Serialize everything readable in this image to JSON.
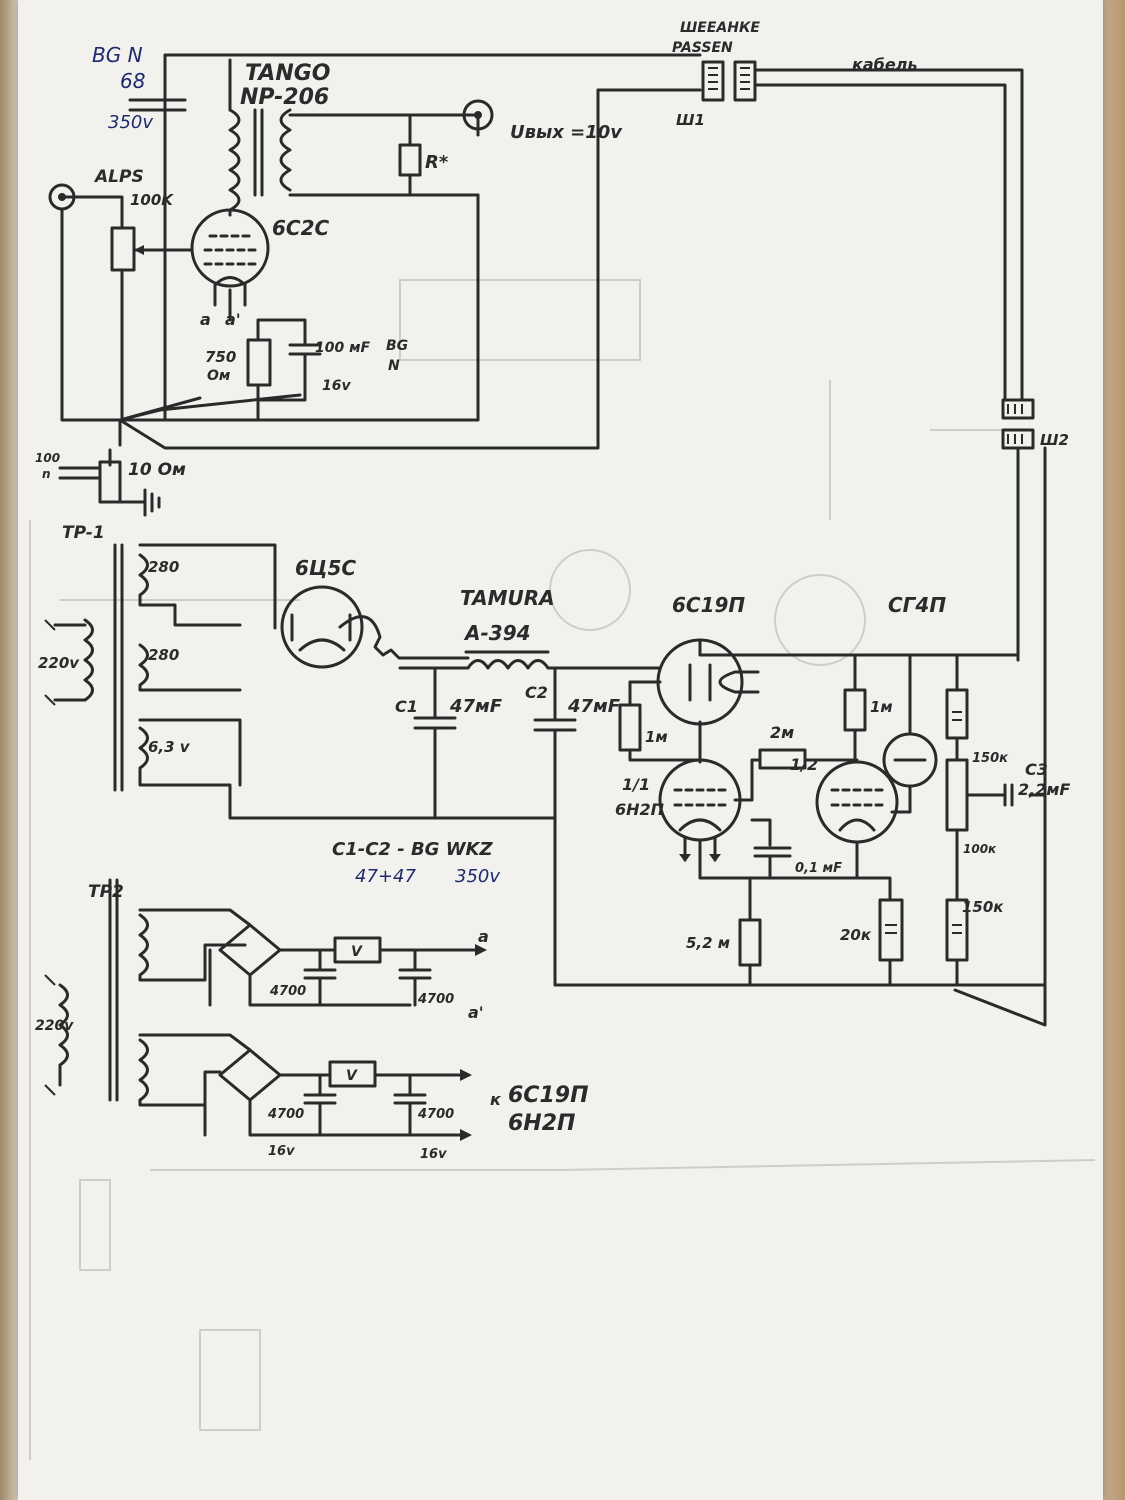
{
  "top_section": {
    "note_cap_type": "BG N",
    "note_cap_value": "68",
    "note_cap_voltage": "350v",
    "transformer_brand": "TANGO",
    "transformer_model": "NP-206",
    "resistor_r_star": "R*",
    "output_voltage": "Uвых =10v",
    "connector_label_top": "ШЕЕАНКЕ",
    "connector_label_top_line2": "PASSEN",
    "connector_sh1": "Ш1",
    "cable_label": "кабель",
    "pot_brand": "ALPS",
    "pot_value": "100K",
    "tube_6c2c": "6C2C",
    "heater_a": "a",
    "heater_a_prime": "a'",
    "cathode_resistor": "750",
    "cathode_resistor_unit": "Ом",
    "cathode_cap": "100 мF",
    "cathode_cap_voltage": "16v",
    "note_bg": "BG",
    "note_n": "N",
    "ground_cap": "100",
    "ground_cap_unit": "n",
    "ground_resistor": "10 Ом",
    "connector_sh2": "Ш2"
  },
  "psu_section": {
    "tr1_label": "TP-1",
    "winding_1": "280",
    "winding_2": "280",
    "winding_3": "6,3 v",
    "mains_voltage": "220v",
    "rectifier_tube": "6Ц5С",
    "choke_brand": "TAMURA",
    "choke_model": "A-394",
    "c1_label": "C1",
    "c1_value": "47мF",
    "c2_label": "C2",
    "c2_value": "47мF",
    "caps_note": "C1-C2 - BG WKZ",
    "caps_note_values": "47+47",
    "caps_note_voltage": "350v"
  },
  "regulator_section": {
    "tube_6c19p": "6C19П",
    "tube_sg4p": "СГ4П",
    "r_1m_a": "1м",
    "r_1m_b": "1м",
    "r_2m": "2м",
    "half_label_1": "1/1",
    "half_label_2": "1/2",
    "tube_6n2p": "6Н2П",
    "r_150k_a": "150к",
    "r_100k": "100к",
    "r_150k_b": "150к",
    "c3_label": "C3",
    "c3_value": "2,2мF",
    "cap_01": "0,1 мF",
    "r_52m": "5,2 м",
    "r_20k": "20к"
  },
  "tr2_section": {
    "tr2_label": "TP2",
    "mains_voltage": "220v",
    "cap_a1": "4700",
    "cap_a2": "4700",
    "out_a": "a",
    "out_a_prime": "a'",
    "reg_symbol": "V",
    "cap_b1": "4700",
    "cap_b2": "4700",
    "cap_b1_voltage": "16v",
    "cap_b2_voltage": "16v",
    "target_prefix": "к",
    "target_tube_1": "6С19П",
    "target_tube_2": "6Н2П"
  }
}
